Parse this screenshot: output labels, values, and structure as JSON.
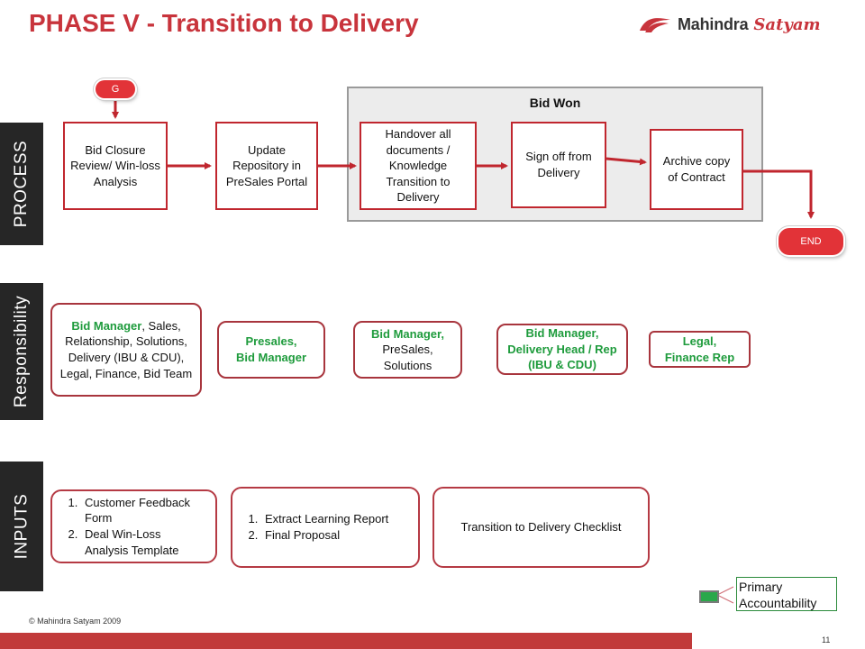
{
  "title": "PHASE V - Transition to Delivery",
  "logo": {
    "word1": "Mahindra",
    "word2": "Satyam"
  },
  "sidebar": {
    "process": "PROCESS",
    "responsibility": "Responsibility",
    "inputs": "INPUTS"
  },
  "markers": {
    "start": "G",
    "end": "END"
  },
  "bid_won": {
    "title": "Bid Won"
  },
  "process_steps": [
    "Bid Closure Review/ Win-loss Analysis",
    "Update Repository in PreSales Portal",
    "Handover all documents / Knowledge Transition to Delivery",
    "Sign off from Delivery",
    "Archive copy of Contract"
  ],
  "responsibility": [
    {
      "primary": "Bid Manager",
      "rest": ", Sales, Relationship, Solutions, Delivery (IBU & CDU), Legal, Finance, Bid Team"
    },
    {
      "primary": "Presales, Bid Manager",
      "rest": ""
    },
    {
      "primary": "Bid Manager,",
      "rest": " PreSales, Solutions"
    },
    {
      "primary": "Bid Manager, Delivery Head / Rep (IBU & CDU)",
      "rest": ""
    },
    {
      "primary": "Legal, Finance Rep",
      "rest": ""
    }
  ],
  "inputs": [
    {
      "items": [
        "Customer Feedback Form",
        "Deal Win-Loss Analysis Template"
      ]
    },
    {
      "items": [
        "Extract Learning Report",
        "Final Proposal"
      ]
    },
    {
      "text": "Transition to Delivery Checklist"
    }
  ],
  "legend": {
    "label": "Primary Accountability",
    "color": "#2aa84a"
  },
  "footer": {
    "copyright": "© Mahindra Satyam 2009",
    "page": "11"
  },
  "colors": {
    "accent": "#c8343c",
    "primary_green": "#1e9b3c",
    "sidebar": "#262626"
  }
}
